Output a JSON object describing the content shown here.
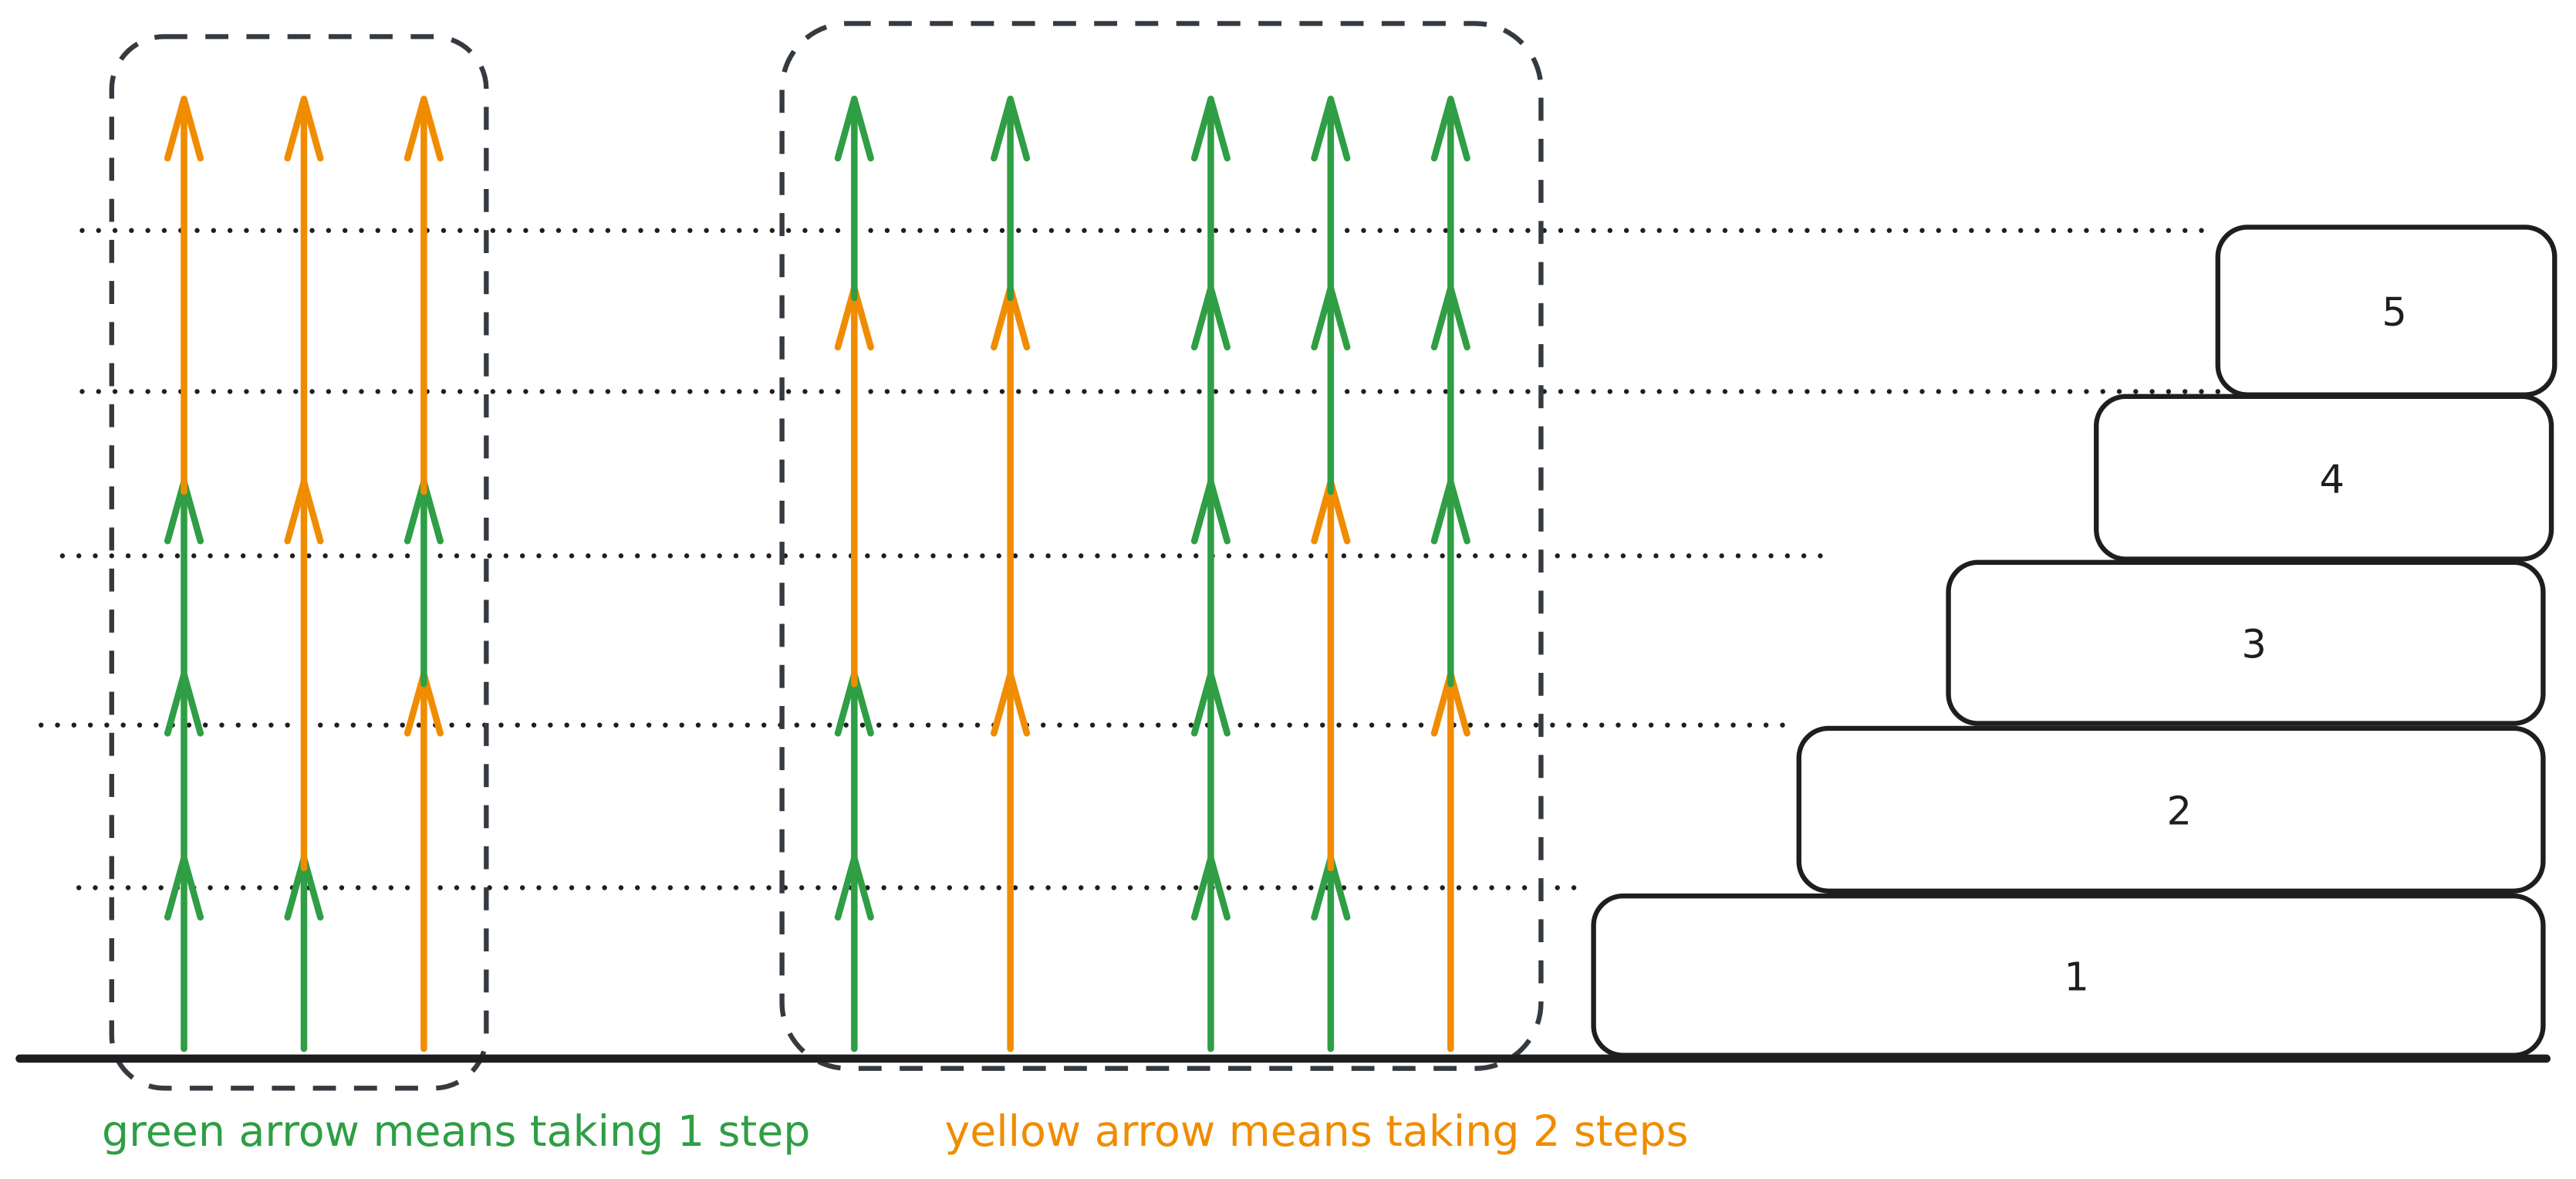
{
  "colors": {
    "green": "#2f9e44",
    "orange": "#f08c00",
    "ink": "#1e1e1e",
    "dash": "#343a40"
  },
  "stairs": [
    {
      "label": "1"
    },
    {
      "label": "2"
    },
    {
      "label": "3"
    },
    {
      "label": "4"
    },
    {
      "label": "5"
    }
  ],
  "groups": [
    {
      "name": "left-group",
      "paths": [
        [
          1,
          1,
          1,
          2
        ],
        [
          1,
          2,
          2
        ],
        [
          2,
          1,
          2
        ]
      ]
    },
    {
      "name": "right-group",
      "paths": [
        [
          1,
          1,
          2,
          1
        ],
        [
          2,
          2,
          1
        ],
        [
          1,
          1,
          1,
          1,
          1
        ],
        [
          1,
          2,
          1,
          1
        ],
        [
          2,
          1,
          1,
          1
        ]
      ]
    }
  ],
  "legend": {
    "green": "green arrow means taking 1 step",
    "orange": "yellow arrow means taking 2 steps"
  }
}
